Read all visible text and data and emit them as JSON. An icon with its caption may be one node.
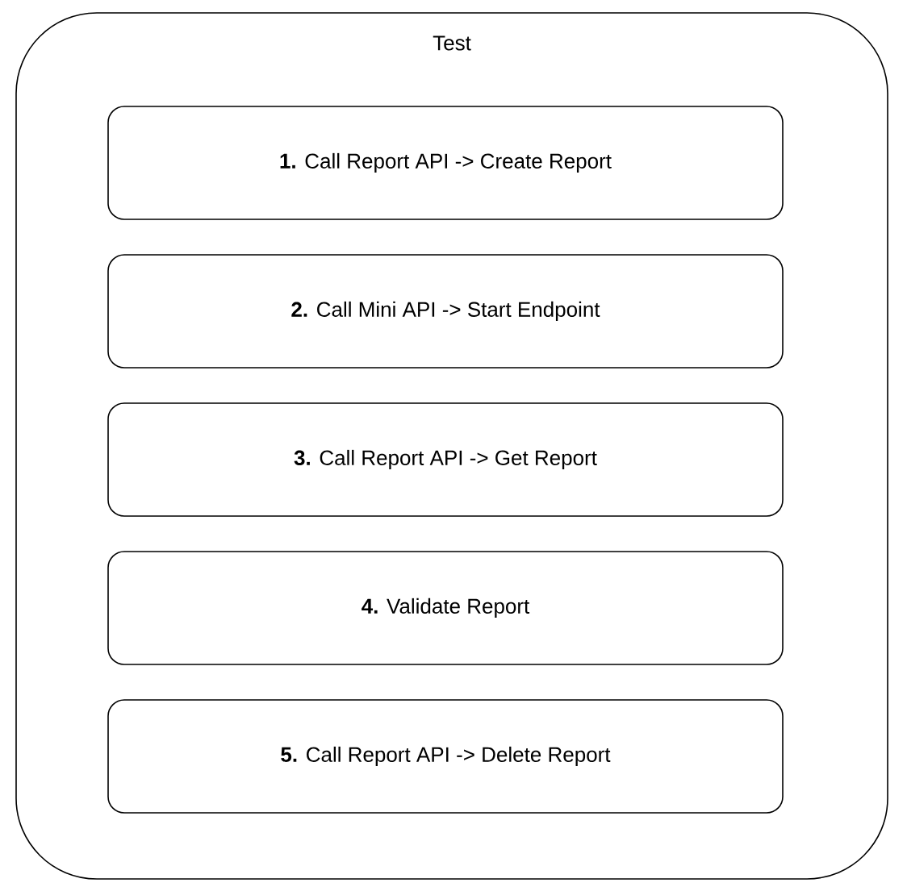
{
  "diagram": {
    "nodes": [
      {
        "text": [
          "Test"
        ]
      },
      {
        "text": [
          "**1.** Call Report API -> Create Report"
        ],
        "in": 0
      },
      {
        "text": [
          "**2.** Call Mini API -> Start Endpoint"
        ],
        "in": 0
      },
      {
        "text": [
          "**3.** Call Report API -> Get Report"
        ],
        "in": 0
      },
      {
        "text": [
          "**4.** Validate Report"
        ],
        "in": 0
      },
      {
        "text": [
          "**5.** Call Report API -> Delete Report"
        ],
        "in": 0
      }
    ]
  }
}
